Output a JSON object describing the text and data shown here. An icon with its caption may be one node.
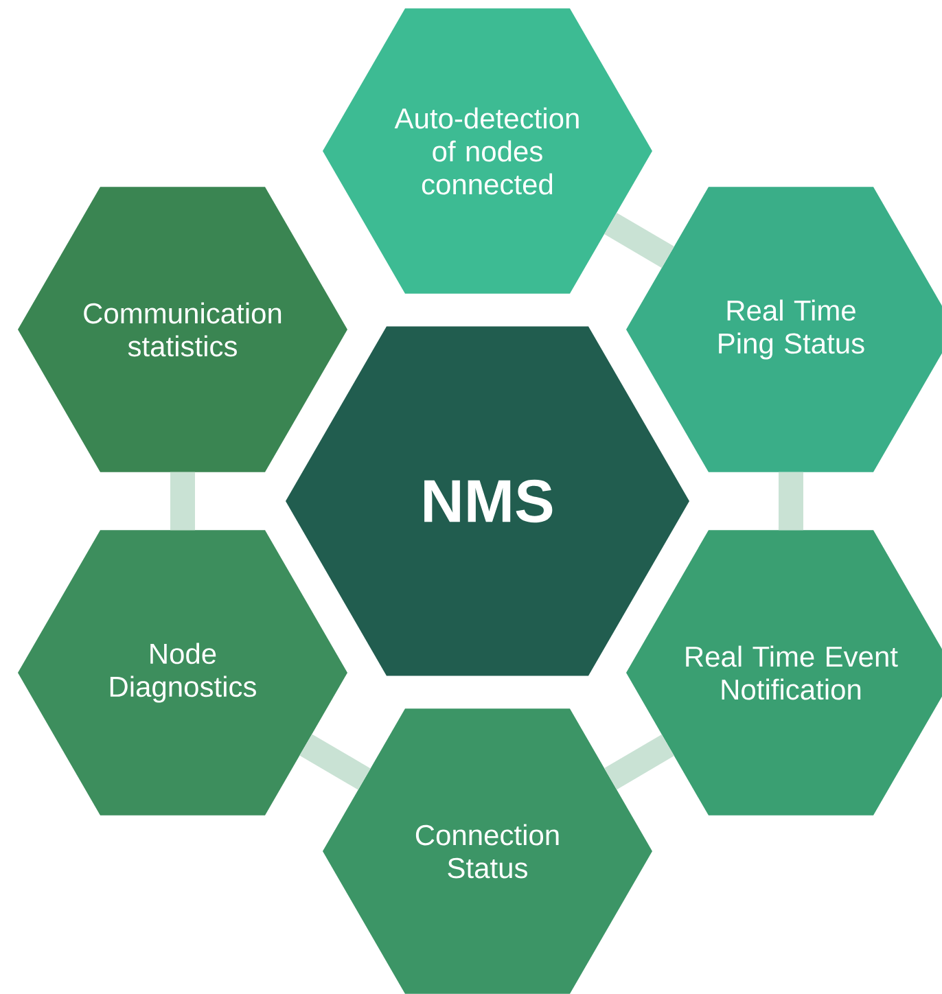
{
  "diagram": {
    "nodes": [
      {
        "text": [
          "Auto-detection of nodes connected"
        ]
      },
      {
        "text": [
          "Communication statistics"
        ]
      },
      {
        "text": [
          "Real Time Ping Status"
        ]
      },
      {
        "text": [
          "NMS"
        ]
      },
      {
        "text": [
          "Node Diagnostics"
        ]
      },
      {
        "text": [
          "Real Time Event Notification"
        ]
      },
      {
        "text": [
          "Connection Status"
        ]
      }
    ],
    "edges": [
      {
        "from": 0,
        "to": 2,
        "arrow": "none"
      },
      {
        "from": 2,
        "to": 5,
        "arrow": "none"
      },
      {
        "from": 5,
        "to": 6,
        "arrow": "none"
      },
      {
        "from": 6,
        "to": 4,
        "arrow": "none"
      },
      {
        "from": 4,
        "to": 1,
        "arrow": "none"
      }
    ]
  }
}
